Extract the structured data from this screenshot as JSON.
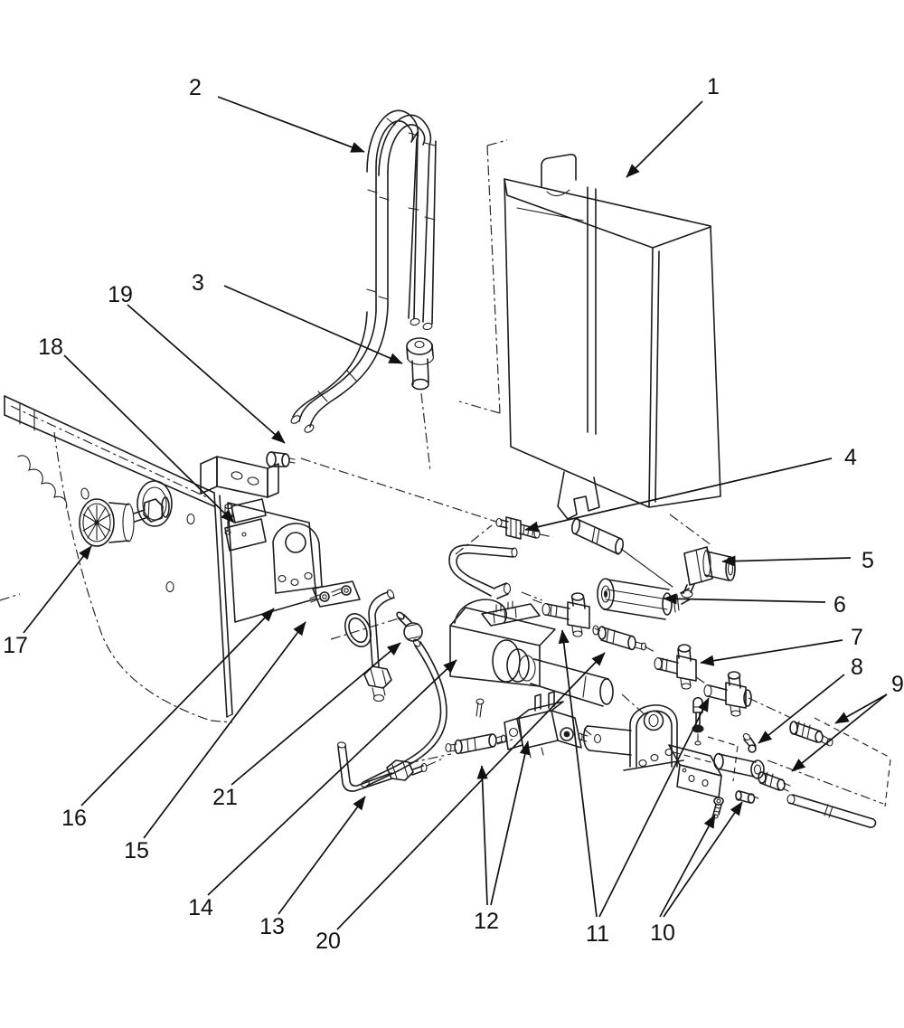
{
  "figure": {
    "type": "exploded-parts-diagram",
    "description_visible_text_only": true,
    "background_color": "#ffffff",
    "line_color": "#1c1c1c",
    "callout_count": 21
  },
  "callouts": [
    {
      "label": "1"
    },
    {
      "label": "2"
    },
    {
      "label": "3"
    },
    {
      "label": "4"
    },
    {
      "label": "5"
    },
    {
      "label": "6"
    },
    {
      "label": "7"
    },
    {
      "label": "8"
    },
    {
      "label": "9"
    },
    {
      "label": "10"
    },
    {
      "label": "11"
    },
    {
      "label": "12"
    },
    {
      "label": "13"
    },
    {
      "label": "14"
    },
    {
      "label": "15"
    },
    {
      "label": "16"
    },
    {
      "label": "17"
    },
    {
      "label": "18"
    },
    {
      "label": "19"
    },
    {
      "label": "20"
    },
    {
      "label": "21"
    }
  ]
}
